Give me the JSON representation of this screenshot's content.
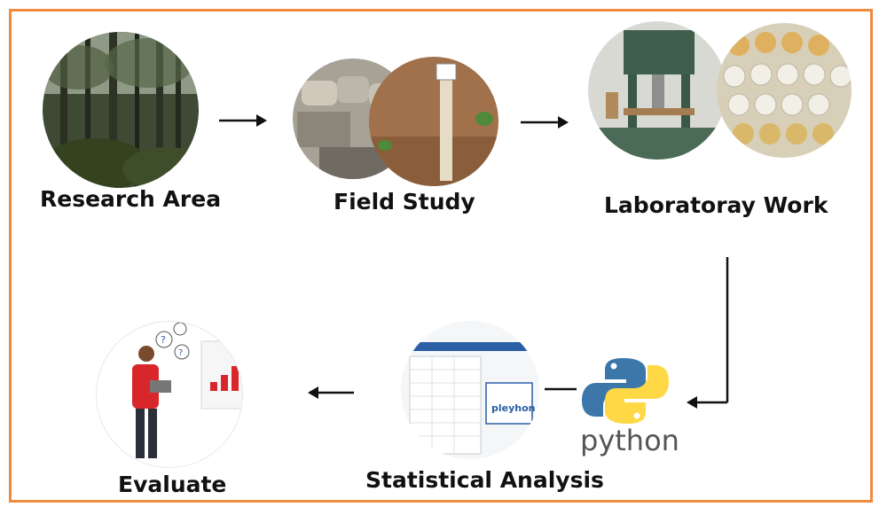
{
  "steps": {
    "research_area": {
      "label": "Research Area"
    },
    "field_study": {
      "label": "Field Study"
    },
    "laboratory_work": {
      "label": "Laboratoray Work"
    },
    "statistical_analysis": {
      "label": "Statistical Analysis"
    },
    "evaluate": {
      "label": "Evaluate"
    }
  },
  "python": {
    "logo_text": "python",
    "screen_badge": "pleyhon"
  },
  "colors": {
    "frame": "#f08a3c",
    "python_blue": "#3b77a8",
    "python_yellow": "#ffd845",
    "chart_red": "#d9262b"
  }
}
